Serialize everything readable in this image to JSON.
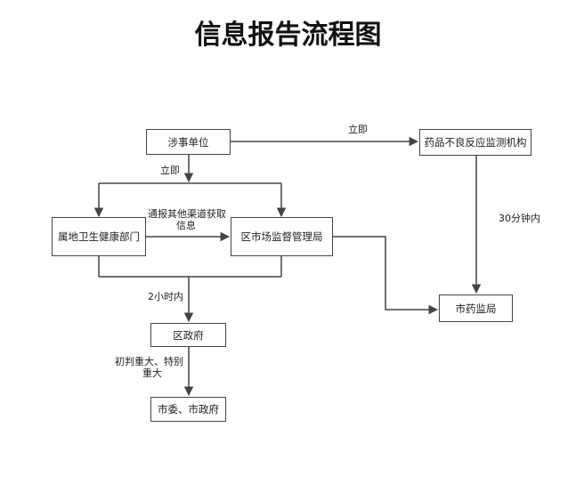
{
  "title": "信息报告流程图",
  "nodes": {
    "involved_unit": "涉事单位",
    "adr_monitoring": "药品不良反应监测机构",
    "health_dept": "属地卫生健康部门",
    "market_bureau": "区市场监督管理局",
    "city_drug_bureau": "市药监局",
    "district_gov": "区政府",
    "city_committee": "市委、市政府"
  },
  "edge_labels": {
    "immediate_top": "立即",
    "immediate_down": "立即",
    "other_channels_1": "通报其他渠道获取",
    "other_channels_2": "信息",
    "within_30min": "30分钟内",
    "within_2h": "2小时内",
    "major_1": "初判重大、特别",
    "major_2": "重大"
  }
}
